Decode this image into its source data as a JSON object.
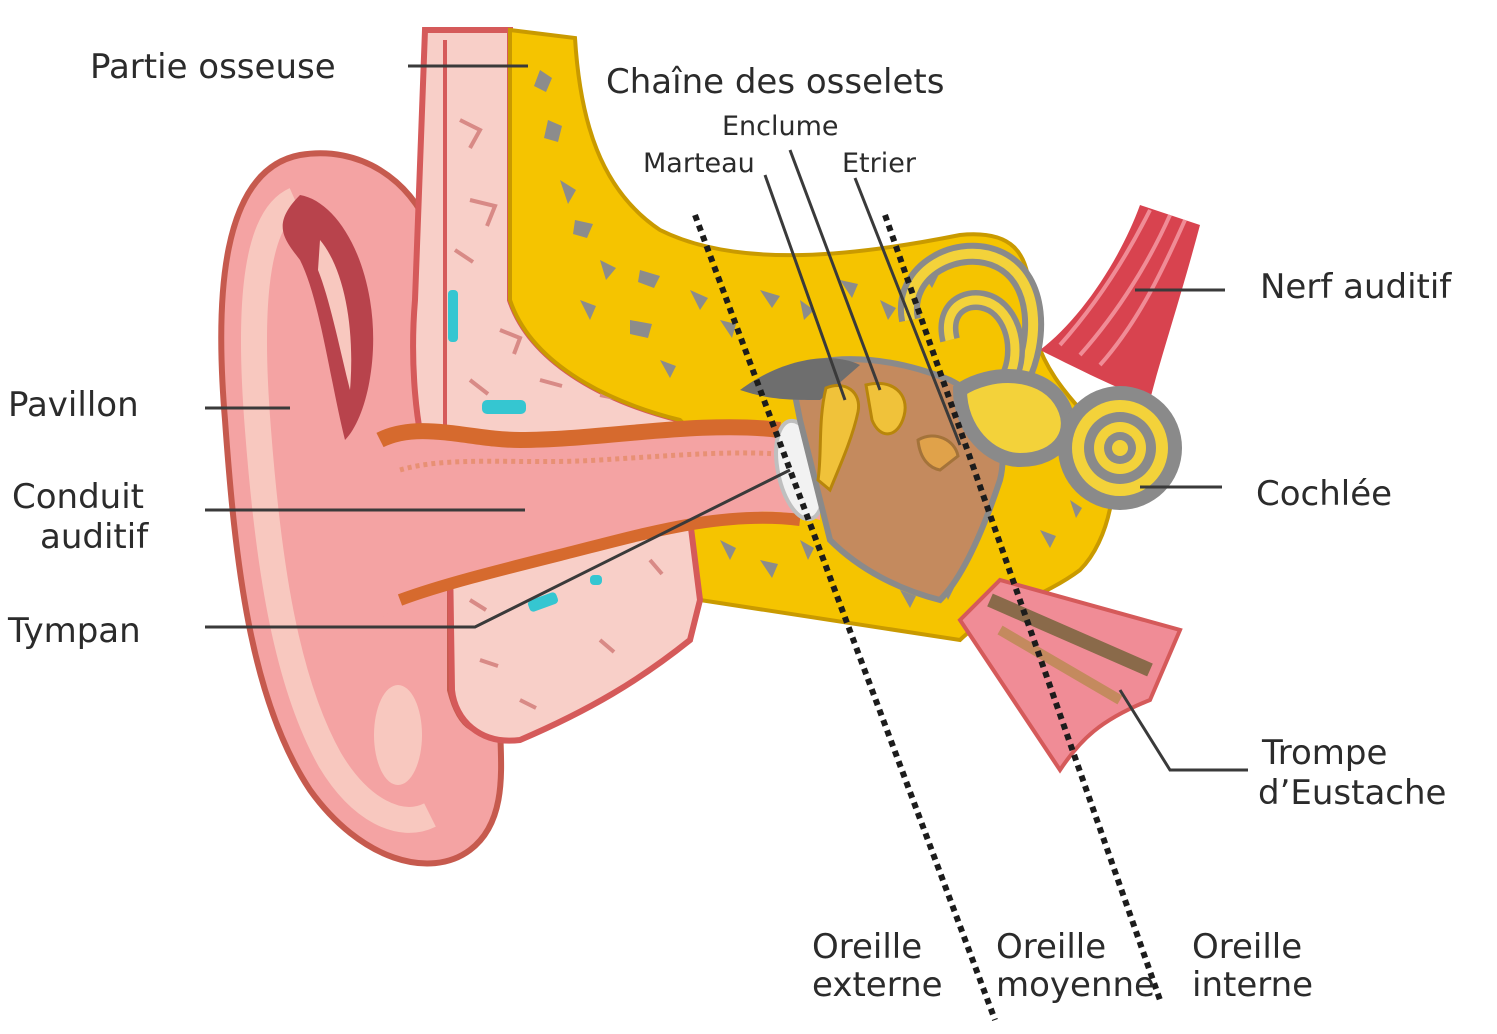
{
  "labels": {
    "partie_osseuse": "Partie osseuse",
    "chaine_osselets": "Chaîne des osselets",
    "enclume": "Enclume",
    "marteau": "Marteau",
    "etrier": "Etrier",
    "nerf_auditif": "Nerf auditif",
    "pavillon": "Pavillon",
    "conduit_line1": "Conduit",
    "conduit_line2": "auditif",
    "cochlee": "Cochlée",
    "tympan": "Tympan",
    "trompe_line1": "Trompe",
    "trompe_line2": "d’Eustache",
    "ext_line1": "Oreille",
    "ext_line2": "externe",
    "moy_line1": "Oreille",
    "moy_line2": "moyenne",
    "int_line1": "Oreille",
    "int_line2": "interne"
  },
  "colors": {
    "skin": "#f4a3a3",
    "skin_light": "#f8c8bf",
    "cartilage_dark": "#d0595f",
    "canal_orange": "#d66a2e",
    "bone_yellow": "#f5c400",
    "bone_grey": "#8c8c8c",
    "cavity_brown": "#c48a5e",
    "nerve_red": "#d8434f",
    "cochlea_grey": "#8a8a8a",
    "cochlea_yellow": "#f3d23a",
    "marrow_cyan": "#35c6d1"
  }
}
